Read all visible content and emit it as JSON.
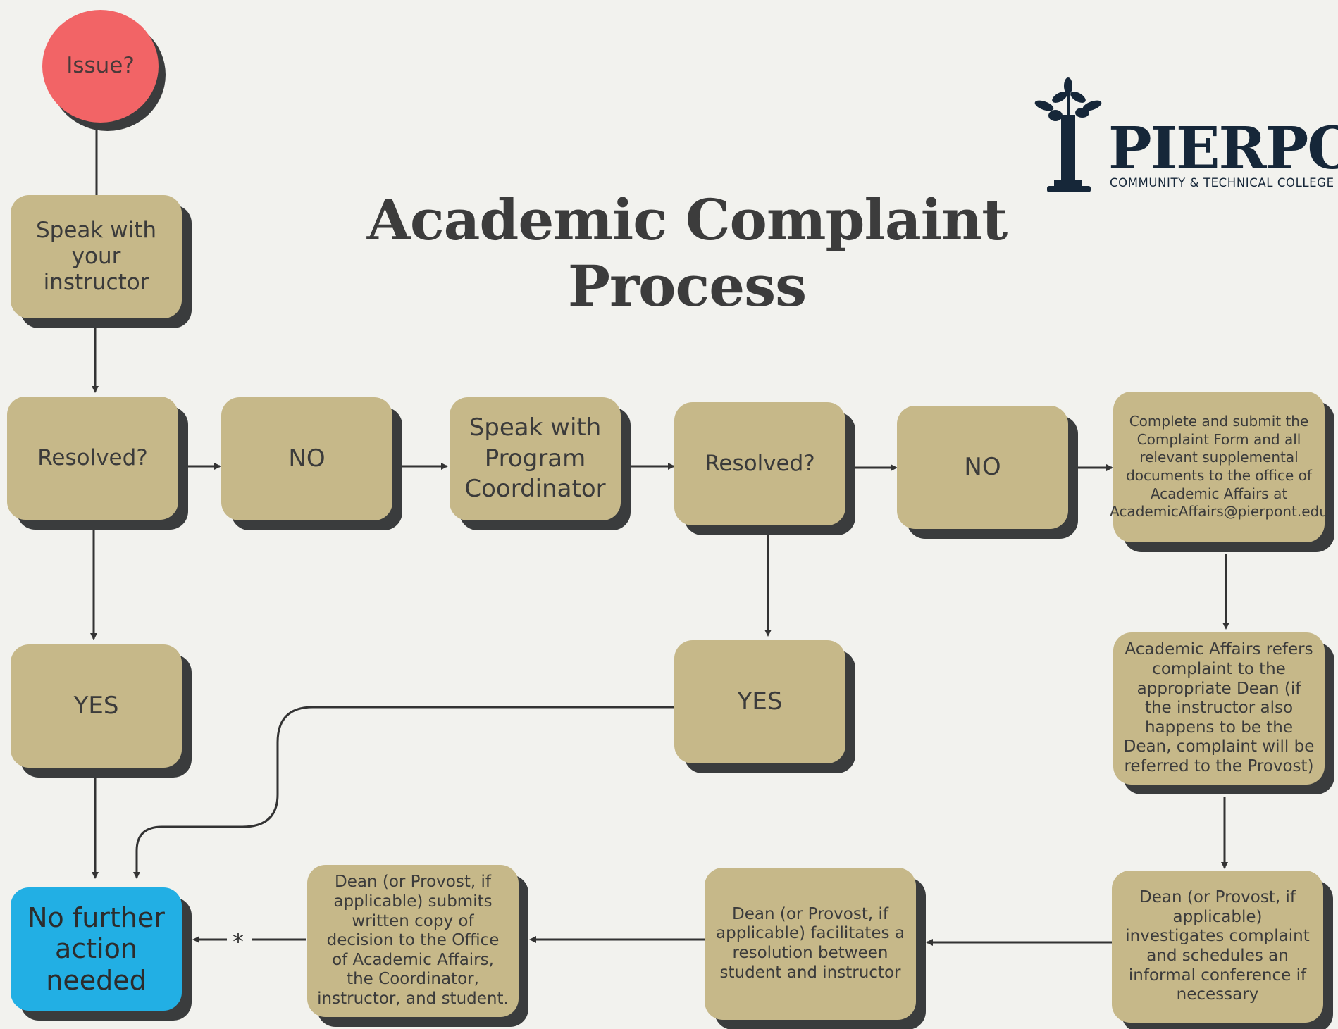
{
  "title": {
    "line1": "Academic Complaint",
    "line2": "Process"
  },
  "logo": {
    "wordmark": "PIERPONT",
    "subtitle": "COMMUNITY & TECHNICAL COLLEGE"
  },
  "colors": {
    "background": "#f2f2ee",
    "box": "#c6b889",
    "start": "#f26466",
    "end": "#22afe4",
    "shadow": "#3a3c3d",
    "logo": "#162739"
  },
  "nodes": {
    "issue": "Issue?",
    "speak_instructor": "Speak with your instructor",
    "resolved_1": "Resolved?",
    "no_1": "NO",
    "speak_coordinator": "Speak with Program Coordinator",
    "resolved_2": "Resolved?",
    "no_2": "NO",
    "submit_form": "Complete and submit the Complaint Form and all relevant supplemental documents to the office of Academic Affairs at AcademicAffairs@pierpont.edu",
    "yes_1": "YES",
    "yes_2": "YES",
    "refer_dean": "Academic Affairs refers complaint to the appropriate Dean (if the instructor also happens to be the Dean, complaint will be referred to the Provost)",
    "no_further_action": "No further action needed",
    "dean_submits": "Dean (or Provost, if applicable) submits written copy of decision to the Office of Academic Affairs, the Coordinator, instructor, and student.",
    "dean_facilitates": "Dean (or Provost, if applicable) facilitates a resolution between student and instructor",
    "dean_investigates": "Dean (or Provost, if applicable) investigates complaint and schedules an informal conference if necessary"
  },
  "connector_note": "*"
}
